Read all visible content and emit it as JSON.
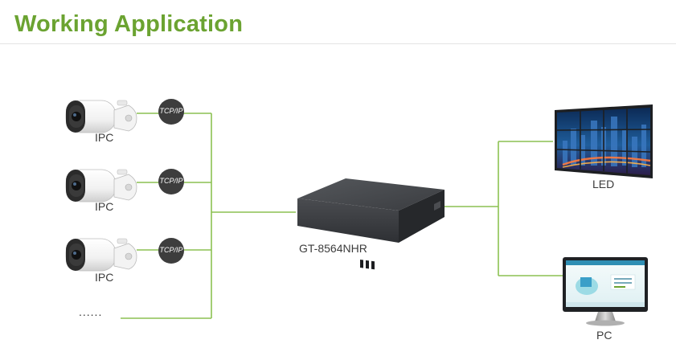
{
  "header": {
    "title": "Working Application"
  },
  "cameras": [
    {
      "label": "IPC",
      "protocol": "TCP/IP"
    },
    {
      "label": "IPC",
      "protocol": "TCP/IP"
    },
    {
      "label": "IPC",
      "protocol": "TCP/IP"
    }
  ],
  "more_indicator": "......",
  "recorder": {
    "label": "GT-8564NHR"
  },
  "outputs": [
    {
      "label": "LED"
    },
    {
      "label": "PC"
    }
  ],
  "colors": {
    "accent": "#6ba331",
    "line": "#8cc152",
    "badge": "#3d3d3d"
  }
}
